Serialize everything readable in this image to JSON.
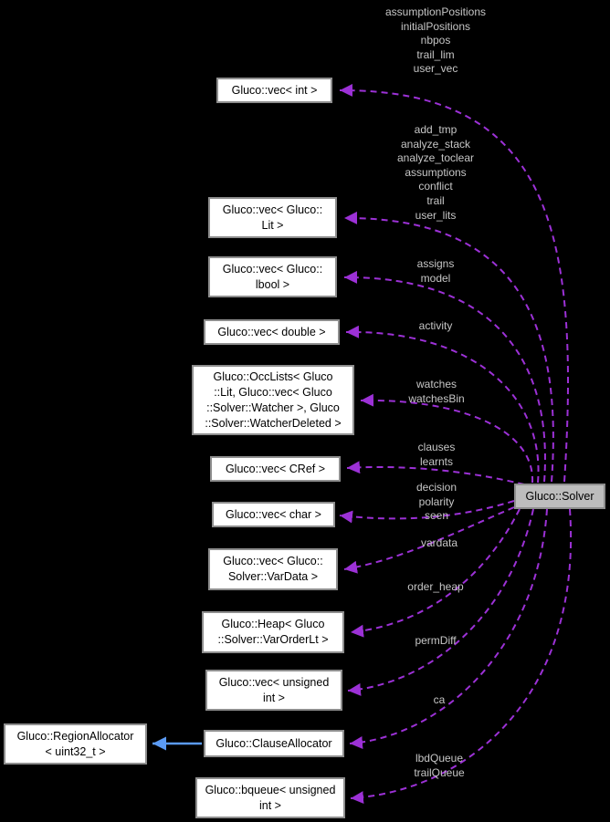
{
  "diagram": {
    "type": "collaboration-graph",
    "colors": {
      "background": "#000000",
      "edge_usage_dashed": "#9c31d6",
      "edge_inheritance_solid": "#5b9bf5",
      "node_background": "#ffffff",
      "node_border": "#8e8e8e",
      "node_text": "#000000",
      "highlight_node_background": "#bdbdbd",
      "edge_label_text": "#c6c6c6"
    },
    "nodes": [
      {
        "id": "vec-int",
        "lines": [
          "Gluco::vec< int >"
        ]
      },
      {
        "id": "vec-lit",
        "lines": [
          "Gluco::vec< Gluco::",
          "Lit >"
        ]
      },
      {
        "id": "vec-lbool",
        "lines": [
          "Gluco::vec< Gluco::",
          "lbool >"
        ]
      },
      {
        "id": "vec-double",
        "lines": [
          "Gluco::vec< double >"
        ]
      },
      {
        "id": "occlists",
        "lines": [
          "Gluco::OccLists< Gluco",
          "::Lit, Gluco::vec< Gluco",
          "::Solver::Watcher >, Gluco",
          "::Solver::WatcherDeleted >"
        ]
      },
      {
        "id": "vec-cref",
        "lines": [
          "Gluco::vec< CRef >"
        ]
      },
      {
        "id": "vec-char",
        "lines": [
          "Gluco::vec< char >"
        ]
      },
      {
        "id": "vec-vardata",
        "lines": [
          "Gluco::vec< Gluco::",
          "Solver::VarData >"
        ]
      },
      {
        "id": "heap-varorderlt",
        "lines": [
          "Gluco::Heap< Gluco",
          "::Solver::VarOrderLt >"
        ]
      },
      {
        "id": "vec-unsigned-int",
        "lines": [
          "Gluco::vec< unsigned",
          "int >"
        ]
      },
      {
        "id": "region-allocator",
        "lines": [
          "Gluco::RegionAllocator",
          "< uint32_t >"
        ]
      },
      {
        "id": "clause-allocator",
        "lines": [
          "Gluco::ClauseAllocator"
        ]
      },
      {
        "id": "bqueue-unsigned",
        "lines": [
          "Gluco::bqueue< unsigned",
          "int >"
        ]
      },
      {
        "id": "solver",
        "lines": [
          "Gluco::Solver"
        ]
      }
    ],
    "edge_labels": [
      {
        "edge": "solver-to-vec-int",
        "lines": [
          "assumptionPositions",
          "initialPositions",
          "nbpos",
          "trail_lim",
          "user_vec"
        ]
      },
      {
        "edge": "solver-to-vec-lit",
        "lines": [
          "add_tmp",
          "analyze_stack",
          "analyze_toclear",
          "assumptions",
          "conflict",
          "trail",
          "user_lits"
        ]
      },
      {
        "edge": "solver-to-vec-lbool",
        "lines": [
          "assigns",
          "model"
        ]
      },
      {
        "edge": "solver-to-vec-double",
        "lines": [
          "activity"
        ]
      },
      {
        "edge": "solver-to-occlists",
        "lines": [
          "watches",
          "watchesBin"
        ]
      },
      {
        "edge": "solver-to-vec-cref",
        "lines": [
          "clauses",
          "learnts"
        ]
      },
      {
        "edge": "solver-to-vec-char",
        "lines": [
          "decision",
          "polarity",
          "seen"
        ]
      },
      {
        "edge": "solver-to-vec-vardata",
        "lines": [
          "vardata"
        ]
      },
      {
        "edge": "solver-to-heap",
        "lines": [
          "order_heap"
        ]
      },
      {
        "edge": "solver-to-vec-unsigned-int",
        "lines": [
          "permDiff"
        ]
      },
      {
        "edge": "solver-to-clause-allocator",
        "lines": [
          "ca"
        ]
      },
      {
        "edge": "solver-to-bqueue",
        "lines": [
          "lbdQueue",
          "trailQueue"
        ]
      }
    ]
  }
}
